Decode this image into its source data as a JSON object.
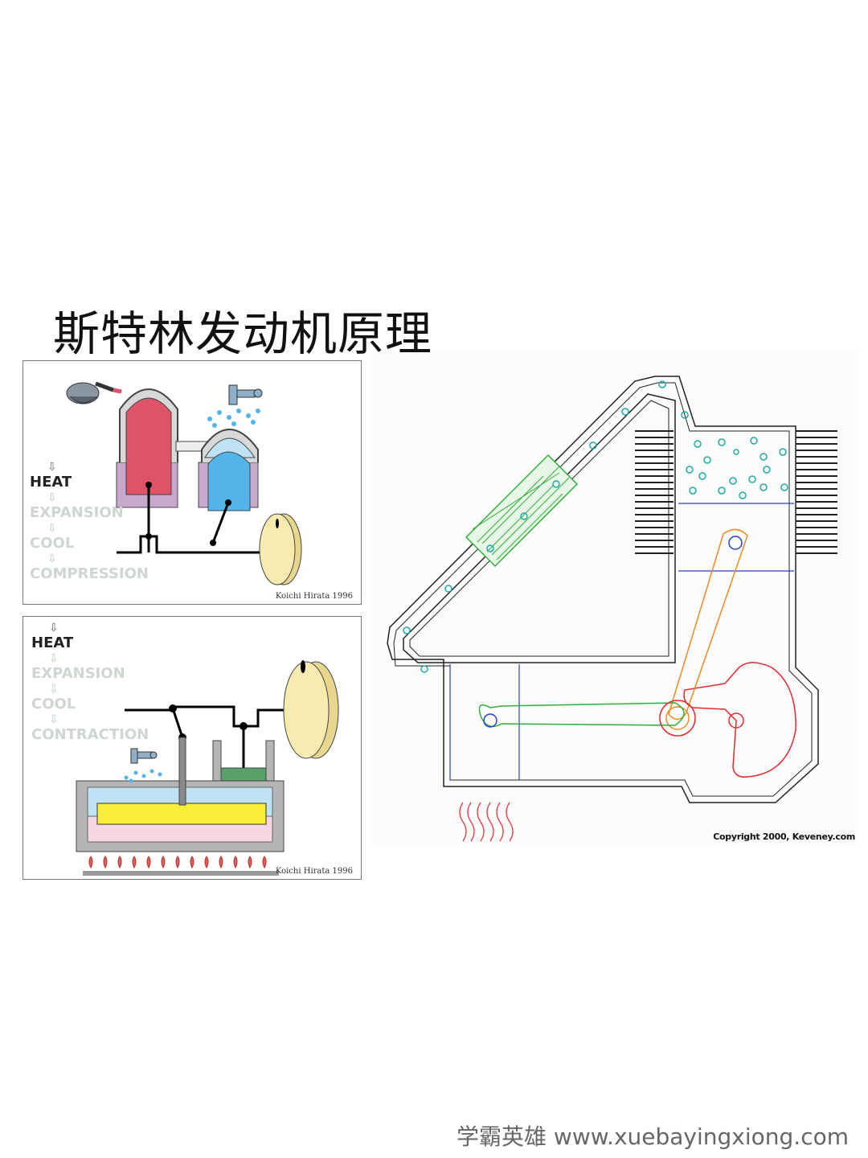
{
  "page": {
    "title": "斯特林发动机原理",
    "watermark": "学霸英雄 www.xuebayingxiong.com"
  },
  "panel1": {
    "steps": [
      "HEAT",
      "EXPANSION",
      "COOL",
      "COMPRESSION"
    ],
    "active_step": 0,
    "credit": "Koichi Hirata 1996"
  },
  "panel2": {
    "steps": [
      "HEAT",
      "EXPANSION",
      "COOL",
      "CONTRACTION"
    ],
    "active_step": 0,
    "credit": "Koichi Hirata 1996"
  },
  "diagram": {
    "copyright": "Copyright 2000, Keveney.com"
  },
  "colors": {
    "hot": "#e05268",
    "cold": "#52b4e8",
    "cylinder": "#c7a9cf",
    "flywheel": "#f7ebb0",
    "regenerator": "#2fae3a",
    "crank": "#e8282d",
    "rod": "#f08a1e",
    "particle": "#1fa9a9",
    "linkage": "#2a3ec8"
  },
  "icons": [
    "torch-icon",
    "faucet-icon",
    "flame-icon",
    "flywheel-icon",
    "heat-wave-icon"
  ]
}
